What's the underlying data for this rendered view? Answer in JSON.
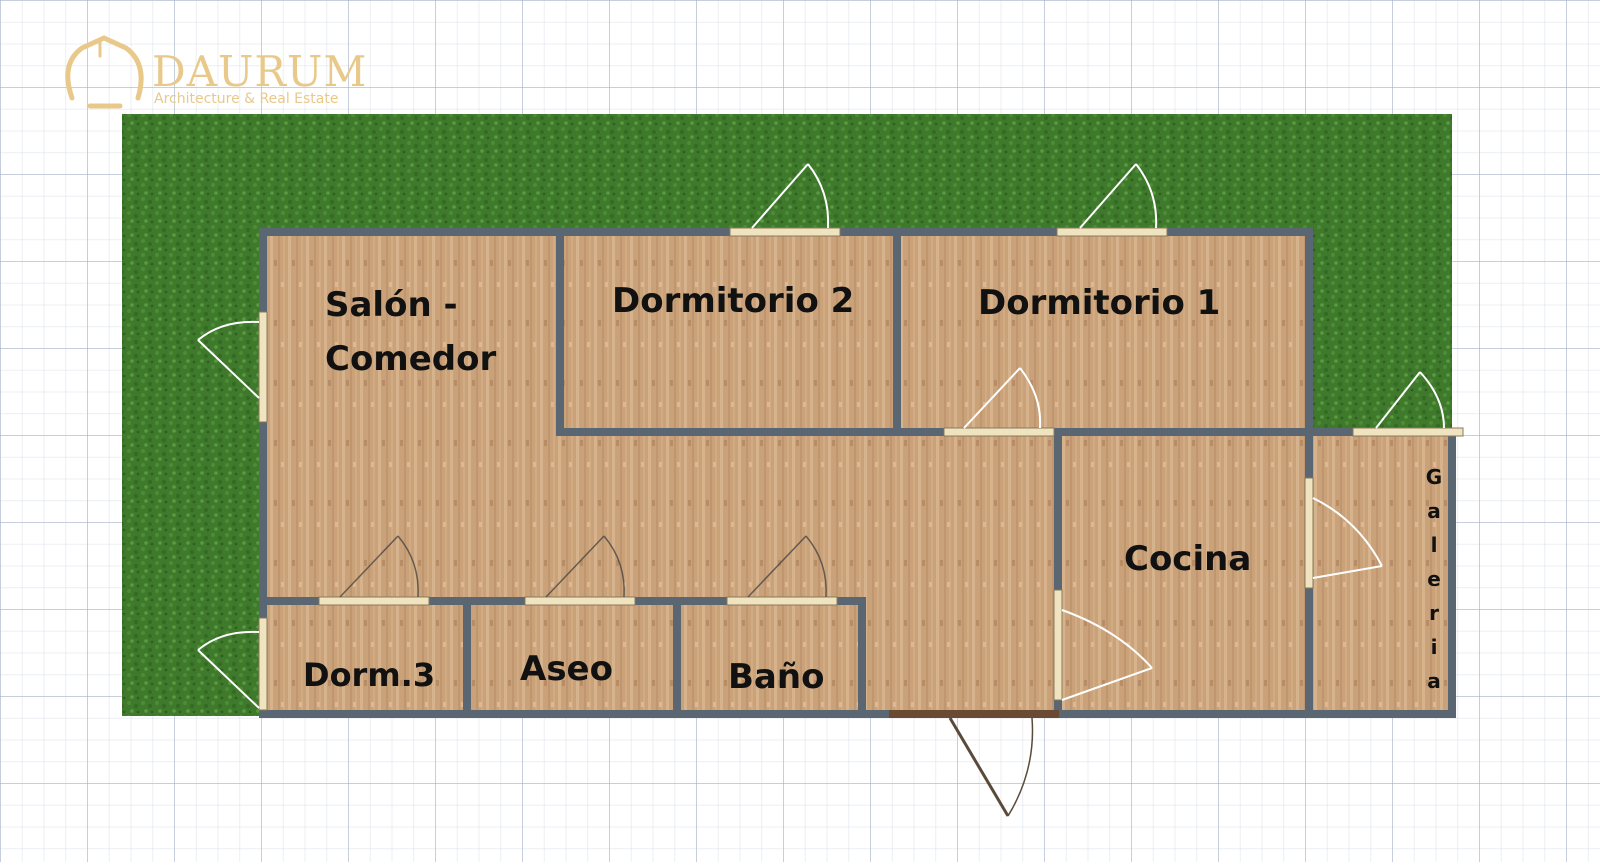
{
  "brand": {
    "name": "DAURUM",
    "tagline": "Architecture & Real Estate",
    "color": "#e8c98a"
  },
  "colors": {
    "garden": "#3f7a2c",
    "floor": "#c9a27a",
    "wall": "#5b6673",
    "door": "#f0e3c0",
    "entrance": "#6a4a32"
  },
  "rooms": {
    "salon": {
      "line1": "Salón -",
      "line2": "Comedor"
    },
    "dormitorio2": "Dormitorio 2",
    "dormitorio1": "Dormitorio 1",
    "cocina": "Cocina",
    "galeria": [
      "G",
      "a",
      "l",
      "e",
      "r",
      "i",
      "a"
    ],
    "dorm3": "Dorm.3",
    "aseo": "Aseo",
    "bano": "Baño"
  }
}
